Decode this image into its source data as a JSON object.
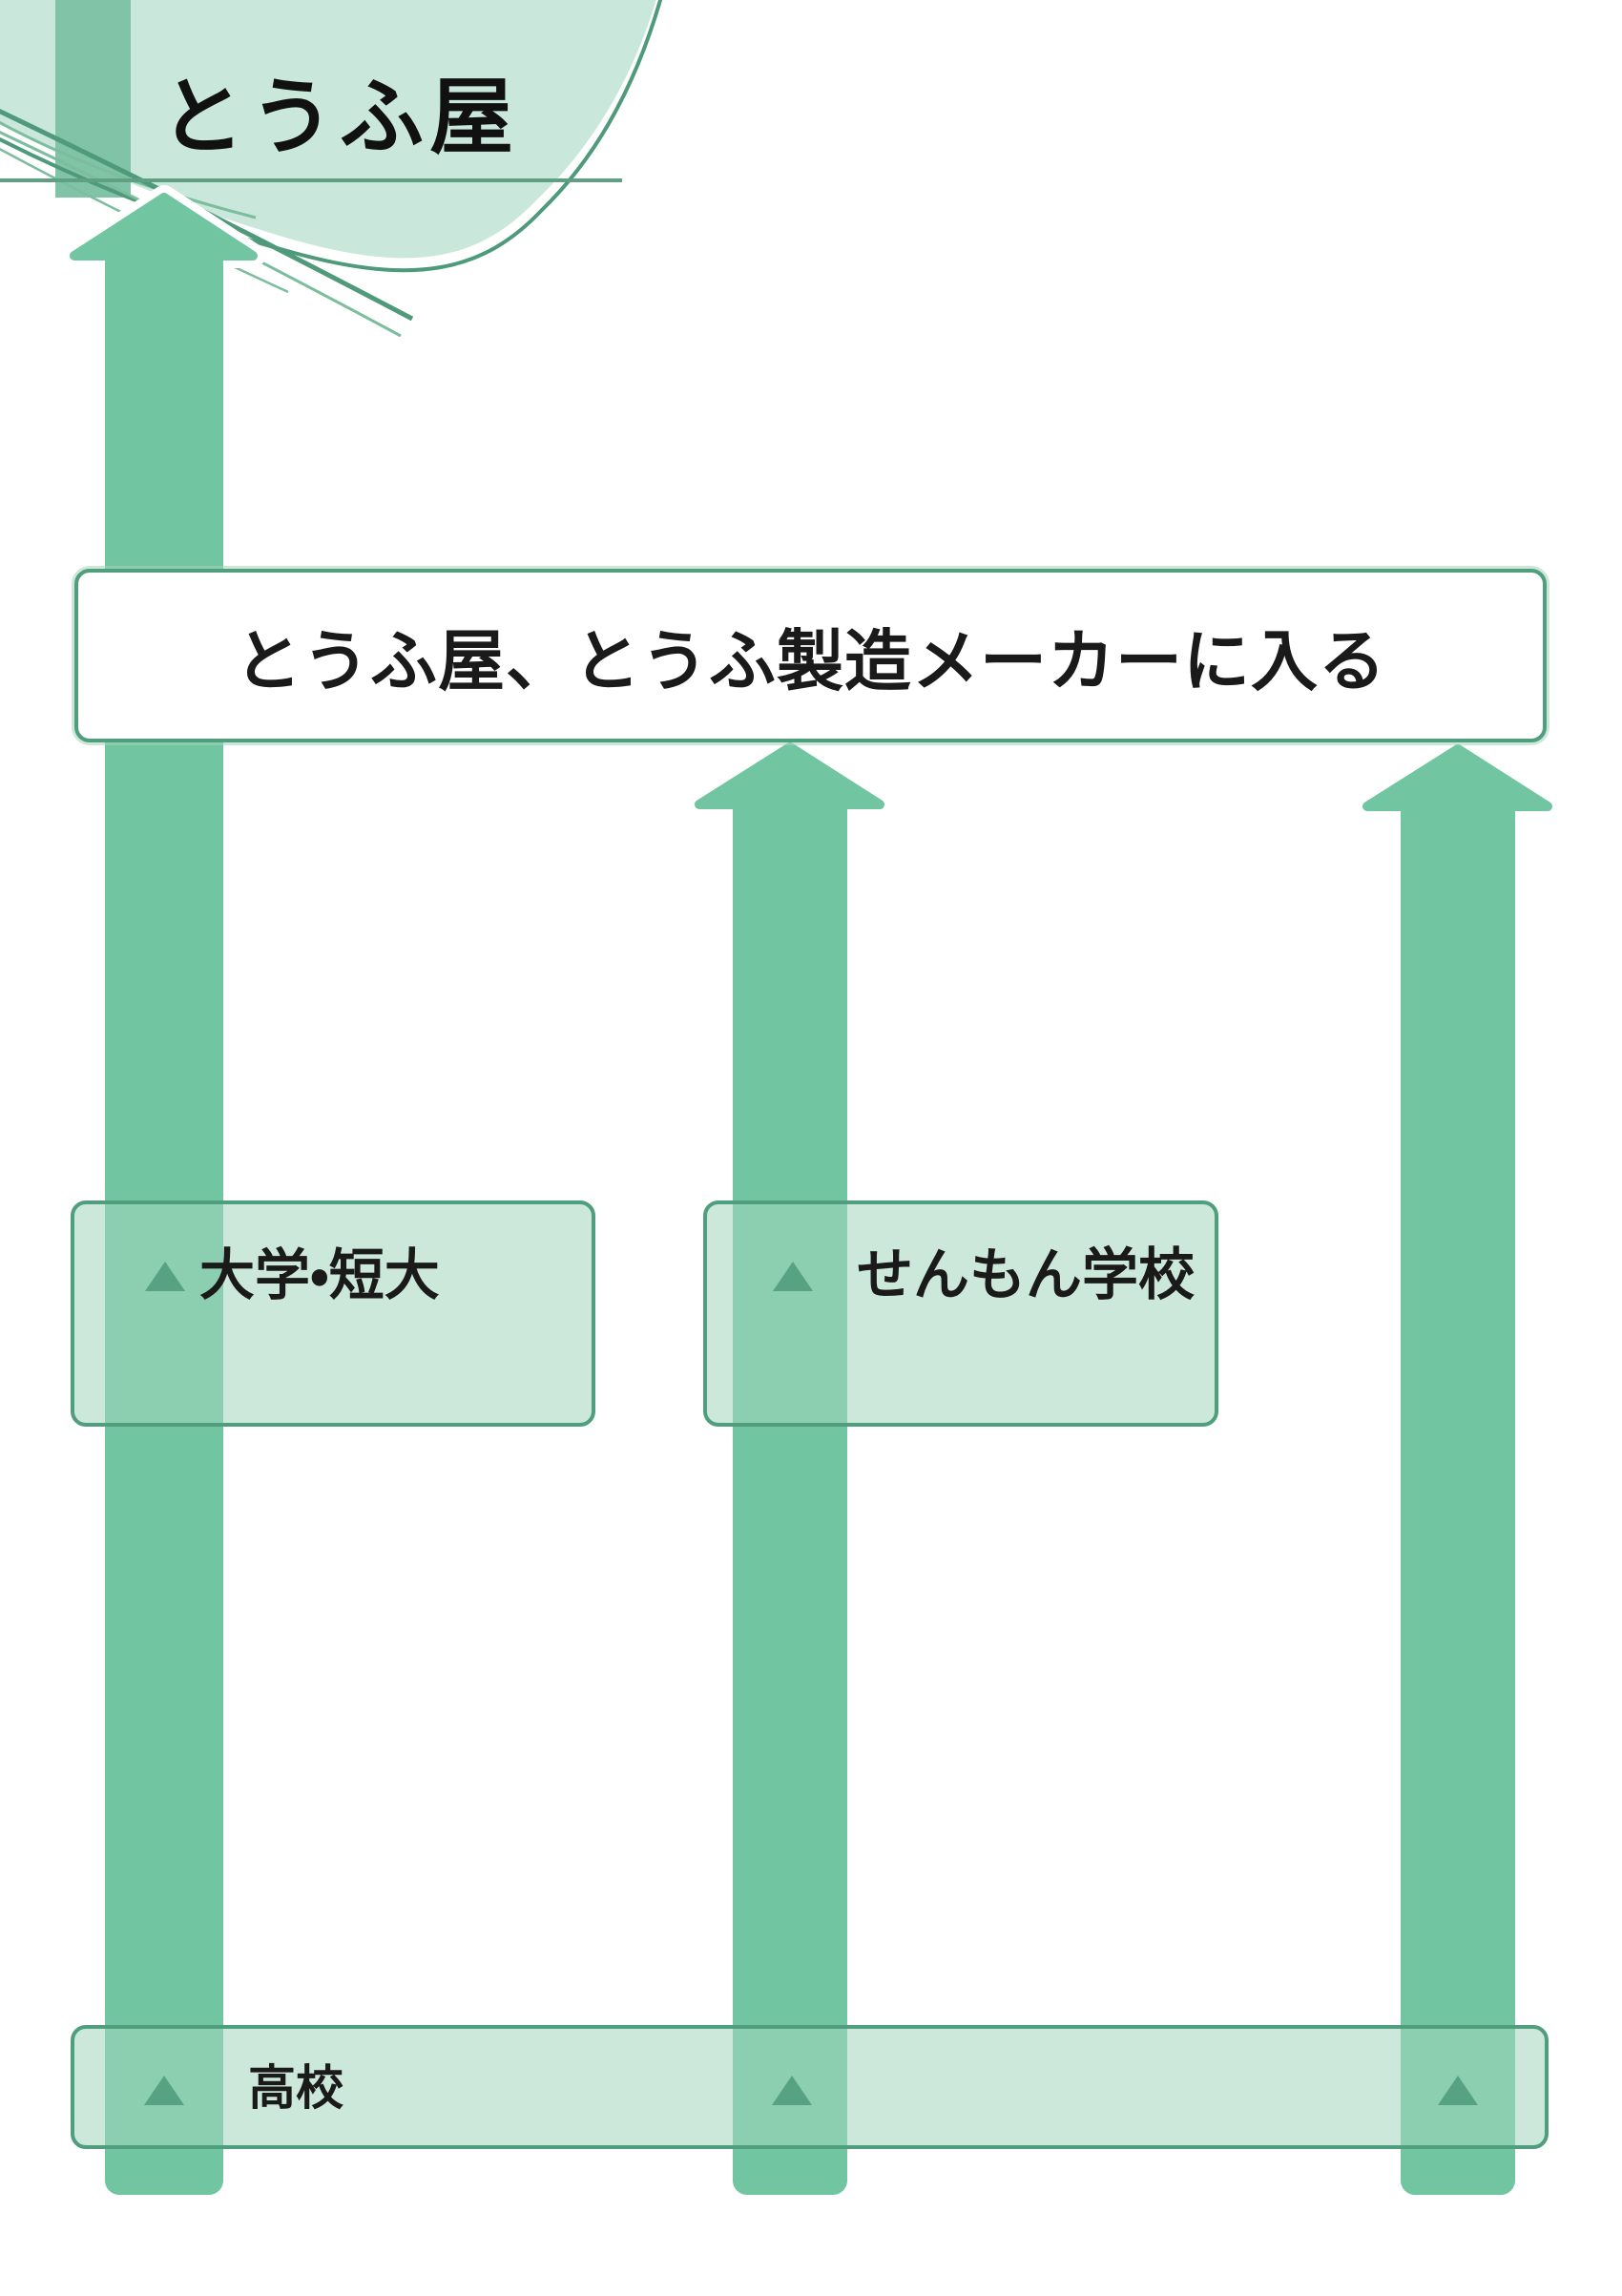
{
  "header": {
    "title": "とうふ屋"
  },
  "flow": {
    "goal_box": {
      "label": "とうふ屋、とうふ製造メーカーに入る"
    },
    "mid_boxes": [
      {
        "id": "university",
        "label": "大学・短大"
      },
      {
        "id": "vocational",
        "label": "せんもん学校"
      }
    ],
    "base_box": {
      "label": "高校"
    },
    "arrows": [
      {
        "id": "left",
        "from": "高校",
        "to": "とうふ屋、とうふ製造メーカーに入る",
        "through": "大学・短大"
      },
      {
        "id": "middle",
        "from": "高校",
        "to": "とうふ屋、とうふ製造メーカーに入る",
        "through": "せんもん学校"
      },
      {
        "id": "right",
        "from": "高校",
        "to": "とうふ屋、とうふ製造メーカーに入る",
        "through": null
      }
    ]
  },
  "colors": {
    "mint_fill": "#c9e7da",
    "brush_green": "#4e9a7a",
    "brush_light": "#7bbd9c",
    "arrow_green": "#72c5a1",
    "bar_green": "#80c3a6",
    "border_green": "#4f9e7d",
    "underline_green": "#5fa083",
    "triangle_green": "#57a282",
    "text_black": "#1a1a1a"
  }
}
